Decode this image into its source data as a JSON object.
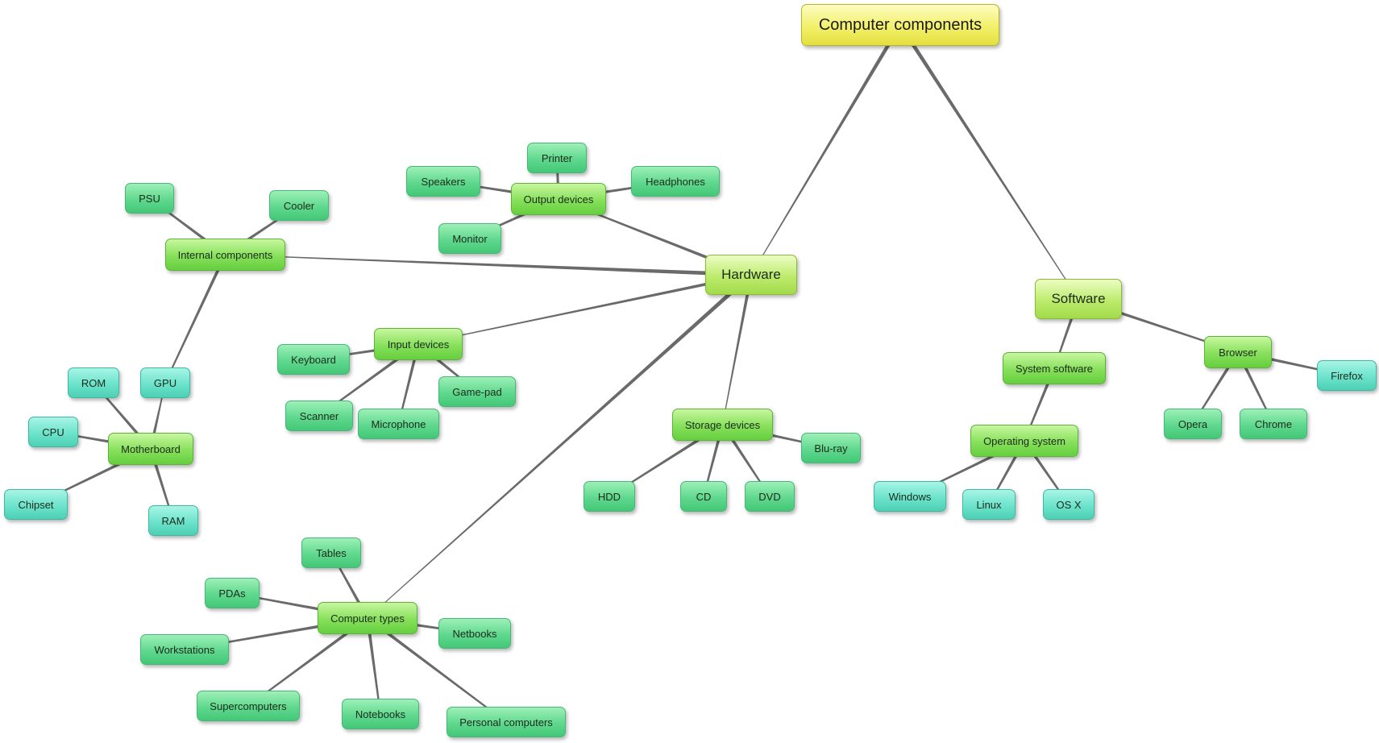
{
  "diagram": {
    "root": "Computer components",
    "hardware": "Hardware",
    "software": "Software",
    "internal": {
      "label": "Internal components",
      "psu": "PSU",
      "cooler": "Cooler",
      "gpu": "GPU",
      "motherboard": {
        "label": "Motherboard",
        "rom": "ROM",
        "cpu": "CPU",
        "chipset": "Chipset",
        "ram": "RAM"
      }
    },
    "output": {
      "label": "Output devices",
      "printer": "Printer",
      "speakers": "Speakers",
      "headphones": "Headphones",
      "monitor": "Monitor"
    },
    "input": {
      "label": "Input devices",
      "keyboard": "Keyboard",
      "scanner": "Scanner",
      "microphone": "Microphone",
      "gamepad": "Game-pad"
    },
    "storage": {
      "label": "Storage devices",
      "bluray": "Blu-ray",
      "hdd": "HDD",
      "cd": "CD",
      "dvd": "DVD"
    },
    "types": {
      "label": "Computer types",
      "tables": "Tables",
      "pdas": "PDAs",
      "workstations": "Workstations",
      "supercomputers": "Supercomputers",
      "notebooks": "Notebooks",
      "personal": "Personal computers",
      "netbooks": "Netbooks"
    },
    "system": {
      "label": "System software",
      "os": {
        "label": "Operating system",
        "windows": "Windows",
        "linux": "Linux",
        "osx": "OS X"
      }
    },
    "browser": {
      "label": "Browser",
      "firefox": "Firefox",
      "opera": "Opera",
      "chrome": "Chrome"
    }
  }
}
